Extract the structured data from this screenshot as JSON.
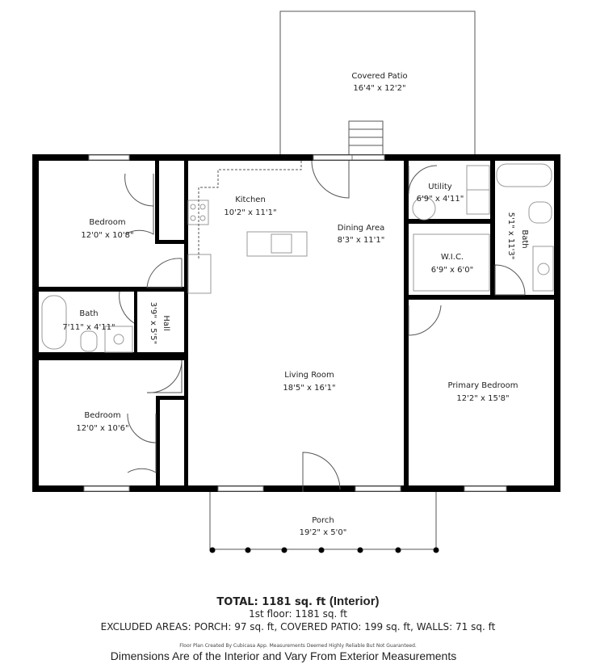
{
  "rooms": {
    "patio": {
      "name": "Covered Patio",
      "dim": "16'4\" x 12'2\""
    },
    "kitchen": {
      "name": "Kitchen",
      "dim": "10'2\" x 11'1\""
    },
    "bedroom1": {
      "name": "Bedroom",
      "dim": "12'0\" x 10'8\""
    },
    "dining": {
      "name": "Dining Area",
      "dim": "8'3\" x 11'1\""
    },
    "utility": {
      "name": "Utility",
      "dim": "6'9\" x 4'11\""
    },
    "wic": {
      "name": "W.I.C.",
      "dim": "6'9\" x 6'0\""
    },
    "bath2": {
      "name": "Bath",
      "dim": "5'1\" x 11'3\""
    },
    "bath1": {
      "name": "Bath",
      "dim": "7'11\" x 4'11\""
    },
    "hall": {
      "name": "Hall",
      "dim": "3'9\" x 5'5\""
    },
    "living": {
      "name": "Living Room",
      "dim": "18'5\" x 16'1\""
    },
    "primary": {
      "name": "Primary Bedroom",
      "dim": "12'2\" x 15'8\""
    },
    "bedroom2": {
      "name": "Bedroom",
      "dim": "12'0\" x 10'6\""
    },
    "porch": {
      "name": "Porch",
      "dim": "19'2\" x 5'0\""
    }
  },
  "summary": {
    "total": "TOTAL: 1181 sq. ft",
    "total_suffix": "(Interior)",
    "floor": "1st floor: 1181 sq. ft",
    "excluded": "EXCLUDED AREAS: PORCH: 97 sq. ft, COVERED PATIO: 199 sq. ft, WALLS: 71 sq. ft",
    "credit": "Floor Plan Created By Cubicasa App. Measurements Deemed Highly Reliable But Not Guaranteed.",
    "disclaimer": "Dimensions Are of the Interior and Vary From Exterior Measurements"
  }
}
